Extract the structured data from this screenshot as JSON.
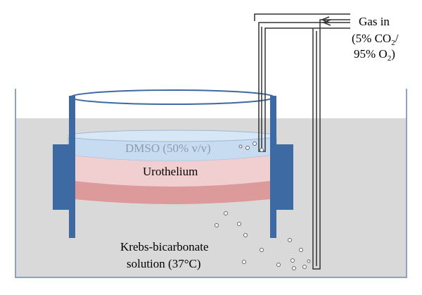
{
  "labels": {
    "gas_in": "Gas in",
    "gas_mix_prefix": "(5% CO",
    "gas_mix_sub1": "2",
    "gas_mix_slash": "/",
    "gas_mix_2_prefix": "95% O",
    "gas_mix_sub2": "2",
    "gas_mix_close": ")",
    "dmso": "DMSO (50% v/v)",
    "urothelium": "Urothelium",
    "krebs_line1": "Krebs-bicarbonate",
    "krebs_line2": "solution (37°C)"
  },
  "colors": {
    "bath_fill": "#d9d9d9",
    "bath_outline": "#5b7fa6",
    "holder": "#3e6aa3",
    "dmso_fill": "#c7dcf0",
    "urothelium_fill": "#f1cfd0",
    "tissue_lower_fill": "#dc9a9b",
    "tube": "#333333",
    "bubble": "#666666"
  }
}
